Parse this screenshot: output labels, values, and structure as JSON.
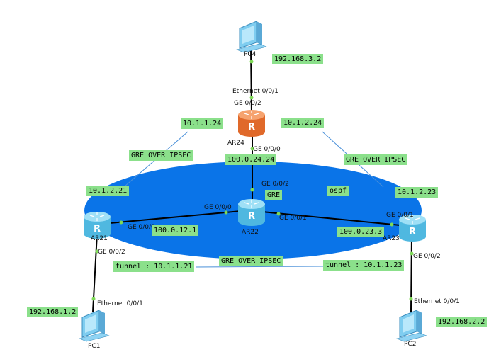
{
  "colors": {
    "ellipse": "#0a74e8",
    "tag_bg": "#8be08b",
    "router_blue": "#6fcbea",
    "router_orange": "#f08a4b",
    "pc": "#7fcdf0"
  },
  "devices": {
    "pc4": "PC4",
    "ar24": "AR24",
    "ar21": "AR21",
    "ar22": "AR22",
    "ar23": "AR23",
    "pc1": "PC1",
    "pc2": "PC2"
  },
  "ports": {
    "pc4_eth": "Ethernet 0/0/1",
    "ar24_ge2": "GE 0/0/2",
    "ar24_ge0": "GE 0/0/0",
    "ar22_ge2": "GE 0/0/2",
    "ar22_ge0": "GE 0/0/0",
    "ar22_ge1": "GE 0/0/1",
    "ar21_ge0": "GE 0/0/0",
    "ar21_ge2": "GE 0/0/2",
    "ar23_ge1": "GE 0/0/1",
    "ar23_ge2": "GE 0/0/2",
    "pc1_eth": "Ethernet 0/0/1",
    "pc2_eth": "Ethernet 0/0/1"
  },
  "tags": {
    "pc4_ip": "192.168.3.2",
    "tun_ar24_left": "10.1.1.24",
    "tun_ar24_right": "10.1.2.24",
    "gre_left": "GRE OVER IPSEC",
    "gre_right": "GRE OVER IPSEC",
    "link_24_22": "100.0.24.24",
    "tun_ar21": "10.1.2.21",
    "gre_center": "GRE",
    "ospf": "ospf",
    "tun_ar23": "10.1.2.23",
    "link_21_22": "100.0.12.1",
    "link_22_23": "100.0.23.3",
    "gre_bottom": "GRE OVER IPSEC",
    "tunnel_ar21": "tunnel : 10.1.1.21",
    "tunnel_ar23": "tunnel : 10.1.1.23",
    "pc1_ip": "192.168.1.2",
    "pc2_ip": "192.168.2.2"
  }
}
